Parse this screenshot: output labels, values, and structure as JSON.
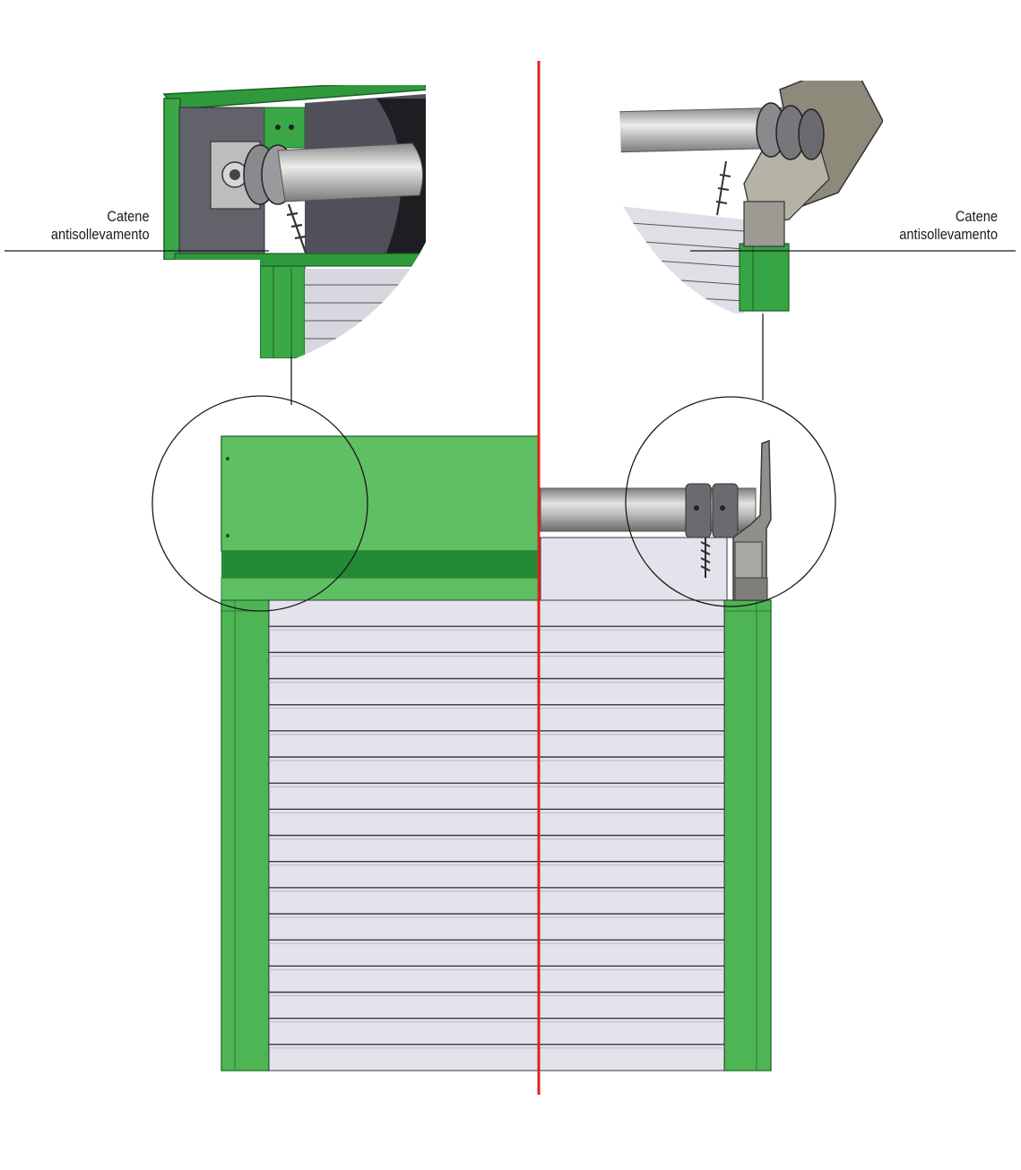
{
  "labels": {
    "left": {
      "line1": "Catene",
      "line2": "antisollevamento"
    },
    "right": {
      "line1": "Catene",
      "line2": "antisollevamento"
    }
  },
  "colors": {
    "frame_green": "#5fbf63",
    "dark_green": "#238a35",
    "mid_green": "#3ba64a",
    "slat_light": "#e4e2ea",
    "slat_line": "#3a3a40",
    "divider_red": "#e02020",
    "metal_gray": "#9a9a98",
    "dark_gray": "#5a5a5e"
  },
  "slats": {
    "count": 18
  }
}
